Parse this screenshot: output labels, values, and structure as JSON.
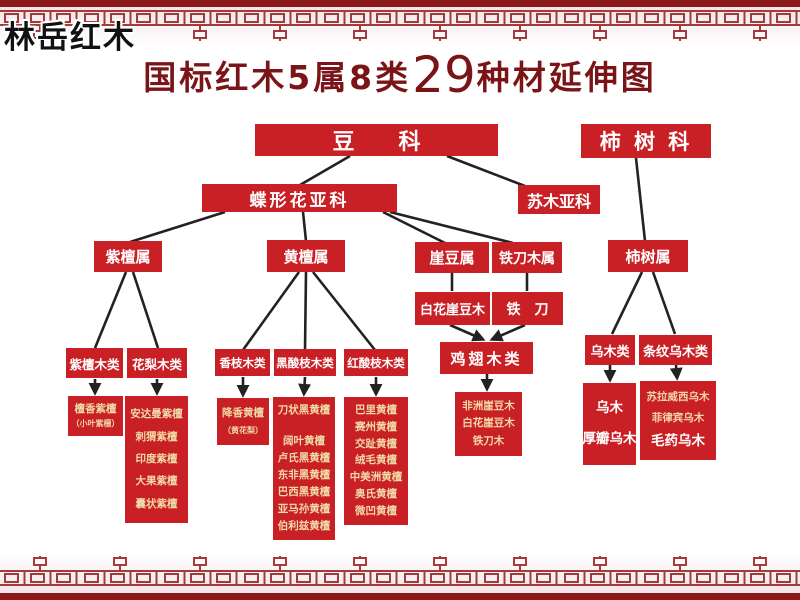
{
  "watermark": "林岳红木",
  "title": {
    "prefix": "国标红木5属8类",
    "number": "29",
    "suffix": "种材延伸图"
  },
  "palette": {
    "box_red": "#c92025",
    "title_maroon": "#7a1416",
    "species_gold_text": "#f0d9a6",
    "species_white_text": "#ffffff",
    "connector_line": "#222222",
    "border_fret_red": "#a13c3a",
    "border_bar_red": "#8c1a1a"
  },
  "nodes": {
    "family_legume": "豆　　科",
    "family_ebony": "柿 树 科",
    "sub_papilionoideae": "蝶形花亚科",
    "sub_caesalpinioideae": "苏木亚科",
    "genus_zitan": "紫檀属",
    "genus_huangtan": "黄檀属",
    "genus_yadou": "崖豆属",
    "genus_tiedaomu": "铁刀木属",
    "genus_shishu": "柿树属",
    "class_zitanmu": "紫檀木类",
    "class_hualimu": "花梨木类",
    "class_xiangzhimu": "香枝木类",
    "class_heisuanzhi": "黑酸枝木类",
    "class_hongsuanzhi": "红酸枝木类",
    "node_baihua_yadoumu": "白花崖豆木",
    "node_tiedao": "铁　刀",
    "class_jichimu": "鸡翅木类",
    "class_wumu": "乌木类",
    "class_tiaowen_wumu": "条纹乌木类"
  },
  "species": {
    "zitan": [
      {
        "t": "檀香紫檀",
        "cls": "gold"
      },
      {
        "t": "（小叶紫檀）",
        "cls": "sm"
      }
    ],
    "huali": [
      {
        "t": "安达曼紫檀",
        "cls": ""
      },
      {
        "t": "刺猬紫檀",
        "cls": ""
      },
      {
        "t": "印度紫檀",
        "cls": ""
      },
      {
        "t": "大果紫檀",
        "cls": ""
      },
      {
        "t": "囊状紫檀",
        "cls": ""
      }
    ],
    "xiangzhi": [
      {
        "t": "降香黄檀",
        "cls": ""
      },
      {
        "t": "（黄花梨）",
        "cls": "sm"
      }
    ],
    "heisuanzhi": [
      {
        "t": "刀状黑黄檀",
        "cls": ""
      },
      {
        "t": "",
        "cls": "spacer"
      },
      {
        "t": "阔叶黄檀",
        "cls": ""
      },
      {
        "t": "卢氏黑黄檀",
        "cls": ""
      },
      {
        "t": "东非黑黄檀",
        "cls": ""
      },
      {
        "t": "巴西黑黄檀",
        "cls": ""
      },
      {
        "t": "亚马孙黄檀",
        "cls": ""
      },
      {
        "t": "伯利兹黄檀",
        "cls": ""
      }
    ],
    "hongsuanzhi": [
      {
        "t": "巴里黄檀",
        "cls": ""
      },
      {
        "t": "赛州黄檀",
        "cls": ""
      },
      {
        "t": "交趾黄檀",
        "cls": ""
      },
      {
        "t": "绒毛黄檀",
        "cls": ""
      },
      {
        "t": "中美洲黄檀",
        "cls": ""
      },
      {
        "t": "奥氏黄檀",
        "cls": ""
      },
      {
        "t": "微凹黄檀",
        "cls": ""
      }
    ],
    "jichi": [
      {
        "t": "非洲崖豆木",
        "cls": ""
      },
      {
        "t": "白花崖豆木",
        "cls": ""
      },
      {
        "t": "铁刀木",
        "cls": ""
      }
    ],
    "wumu": [
      {
        "t": "乌木",
        "cls": "white lg"
      },
      {
        "t": "厚瓣乌木",
        "cls": "white lg"
      }
    ],
    "tiaowen": [
      {
        "t": "苏拉威西乌木",
        "cls": ""
      },
      {
        "t": "菲律宾乌木",
        "cls": ""
      },
      {
        "t": "毛药乌木",
        "cls": "white lg"
      }
    ]
  }
}
